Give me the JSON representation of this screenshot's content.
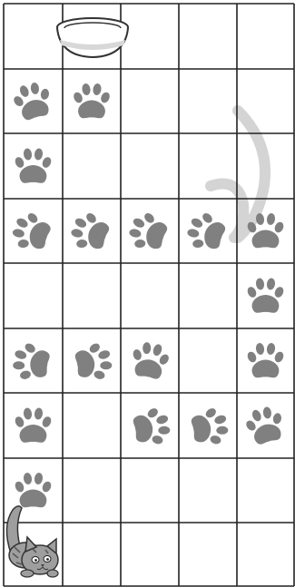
{
  "grid": {
    "rows": 9,
    "cols": 5,
    "cells": [
      [
        "bowl",
        "bowl",
        "",
        "",
        ""
      ],
      [
        "paw",
        "paw",
        "",
        "",
        ""
      ],
      [
        "paw",
        "",
        "",
        "",
        ""
      ],
      [
        "paw",
        "paw",
        "paw",
        "paw",
        "paw"
      ],
      [
        "",
        "",
        "",
        "",
        "paw"
      ],
      [
        "paw",
        "paw",
        "paw",
        "",
        "paw"
      ],
      [
        "paw",
        "",
        "paw",
        "paw",
        "paw"
      ],
      [
        "paw",
        "",
        "",
        "",
        ""
      ],
      [
        "cat",
        "",
        "",
        "",
        ""
      ]
    ]
  },
  "paw_prints": [
    {
      "row": 1,
      "col": 0,
      "rotation": -15
    },
    {
      "row": 1,
      "col": 1,
      "rotation": 0
    },
    {
      "row": 2,
      "col": 0,
      "rotation": 0
    },
    {
      "row": 3,
      "col": 0,
      "rotation": -70
    },
    {
      "row": 3,
      "col": 1,
      "rotation": -70
    },
    {
      "row": 3,
      "col": 2,
      "rotation": -70
    },
    {
      "row": 3,
      "col": 3,
      "rotation": -70
    },
    {
      "row": 3,
      "col": 4,
      "rotation": 0
    },
    {
      "row": 4,
      "col": 4,
      "rotation": 0
    },
    {
      "row": 5,
      "col": 0,
      "rotation": -80
    },
    {
      "row": 5,
      "col": 1,
      "rotation": 80
    },
    {
      "row": 5,
      "col": 2,
      "rotation": 10
    },
    {
      "row": 5,
      "col": 4,
      "rotation": 0
    },
    {
      "row": 6,
      "col": 0,
      "rotation": 0
    },
    {
      "row": 6,
      "col": 2,
      "rotation": 80
    },
    {
      "row": 6,
      "col": 3,
      "rotation": 80
    },
    {
      "row": 6,
      "col": 4,
      "rotation": -15
    },
    {
      "row": 7,
      "col": 0,
      "rotation": 0
    }
  ],
  "colors": {
    "grid_line": "#222222",
    "paw": "#808080",
    "bowl_stroke": "#333333",
    "bowl_band": "#d8d8d8",
    "cat_body": "#9e9e9e",
    "cat_stripe": "#5a5a5a",
    "watermark": "#d4d4d4"
  },
  "icons": {
    "bowl": "bowl-icon",
    "paw": "paw-print-icon",
    "cat": "cat-icon"
  }
}
